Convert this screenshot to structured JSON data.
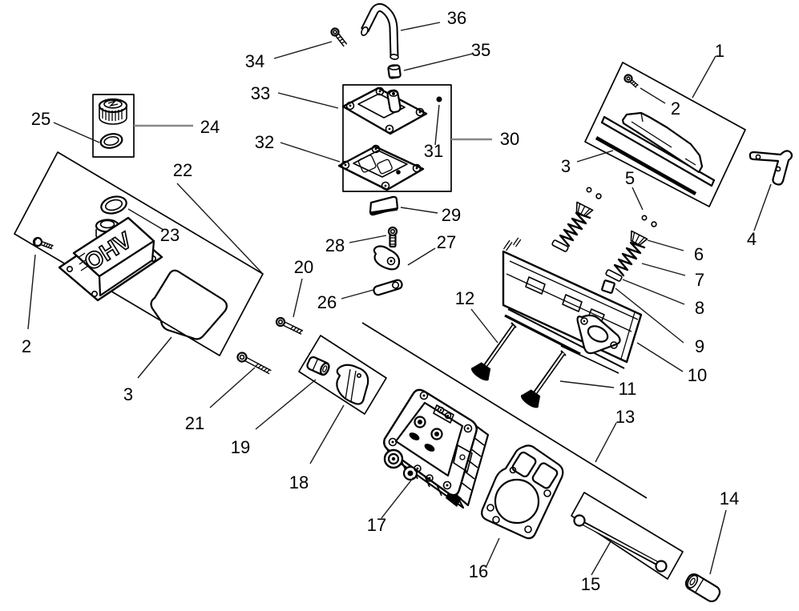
{
  "figure": {
    "kind": "exploded-parts-line-drawing",
    "emboss_text": "OHV"
  },
  "colors": {
    "ink": "#000000",
    "paper": "#ffffff",
    "connector_gray": "#878787"
  },
  "callouts": [
    {
      "label": "1"
    },
    {
      "label": "2"
    },
    {
      "label": "3"
    },
    {
      "label": "4"
    },
    {
      "label": "5"
    },
    {
      "label": "6"
    },
    {
      "label": "7"
    },
    {
      "label": "8"
    },
    {
      "label": "9"
    },
    {
      "label": "10"
    },
    {
      "label": "11"
    },
    {
      "label": "12"
    },
    {
      "label": "13"
    },
    {
      "label": "14"
    },
    {
      "label": "15"
    },
    {
      "label": "16"
    },
    {
      "label": "17"
    },
    {
      "label": "18"
    },
    {
      "label": "19"
    },
    {
      "label": "20"
    },
    {
      "label": "21"
    },
    {
      "label": "22"
    },
    {
      "label": "23"
    },
    {
      "label": "24"
    },
    {
      "label": "25"
    },
    {
      "label": "26"
    },
    {
      "label": "27"
    },
    {
      "label": "28"
    },
    {
      "label": "29"
    },
    {
      "label": "30"
    },
    {
      "label": "31"
    },
    {
      "label": "32"
    },
    {
      "label": "33"
    },
    {
      "label": "34"
    },
    {
      "label": "35"
    },
    {
      "label": "36"
    },
    {
      "label": "2"
    },
    {
      "label": "3"
    }
  ]
}
